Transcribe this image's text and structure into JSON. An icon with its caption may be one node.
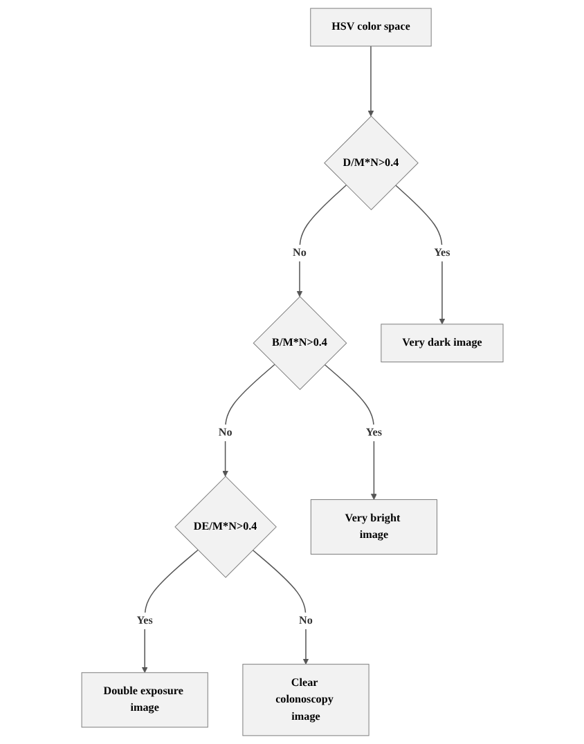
{
  "diagram": {
    "nodes": [
      {
        "text": [
          "HSV color space"
        ]
      },
      {
        "text": [
          "D/M*N>0.4"
        ]
      },
      {
        "text": [
          "Very dark image"
        ]
      },
      {
        "text": [
          "B/M*N>0.4"
        ]
      },
      {
        "text": [
          "Very bright image"
        ]
      },
      {
        "text": [
          "DE/M*N>0.4"
        ]
      },
      {
        "text": [
          "Double exposure image"
        ]
      },
      {
        "text": [
          "Clear colonoscopy image"
        ]
      }
    ],
    "edges": [
      {
        "from": 0,
        "to": 1,
        "arrow": "to"
      },
      {
        "from": 1,
        "to": 2,
        "arrow": "to",
        "label": "Yes"
      },
      {
        "from": 1,
        "to": 3,
        "arrow": "to",
        "label": "No"
      },
      {
        "from": 3,
        "to": 4,
        "arrow": "to",
        "label": "Yes"
      },
      {
        "from": 3,
        "to": 5,
        "arrow": "to",
        "label": "No"
      },
      {
        "from": 5,
        "to": 6,
        "arrow": "to",
        "label": "Yes"
      },
      {
        "from": 5,
        "to": 7,
        "arrow": "to",
        "label": "No"
      }
    ]
  }
}
